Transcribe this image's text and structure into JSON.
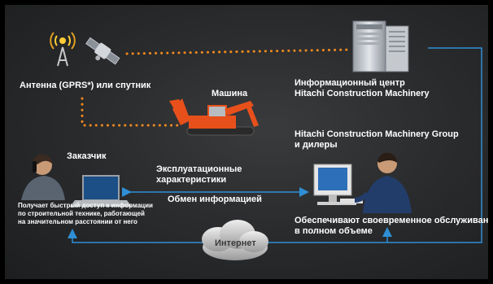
{
  "labels": {
    "antenna": "Антенна (GPRS*) или спутник",
    "machine": "Машина",
    "info_center_line1": "Информационный центр",
    "info_center_line2": "Hitachi Construction Machinery",
    "group_line1": "Hitachi Construction Machinery Group",
    "group_line2": "и дилеры",
    "customer": "Заказчик",
    "performance_line1": "Эксплуатационные",
    "performance_line2": "характеристики",
    "exchange": "Обмен информацией",
    "customer_note_line1": "Получает быстрый доступ к информации",
    "customer_note_line2": "по строительной технике, работающей",
    "customer_note_line3": "на значительном расстоянии от него",
    "service_line1": "Обеспечивают своевременное обслуживание",
    "service_line2": "в полном объеме",
    "internet": "Интернет"
  },
  "colors": {
    "orange": "#f28a1e",
    "blue": "#2f8fd6",
    "text": "#ffffff",
    "excavator": "#e8501b"
  },
  "icons": [
    "antenna-icon",
    "satellite-icon",
    "server-icon",
    "excavator-icon",
    "phone-user-icon",
    "laptop-icon",
    "computer-user-icon",
    "cloud-icon"
  ]
}
